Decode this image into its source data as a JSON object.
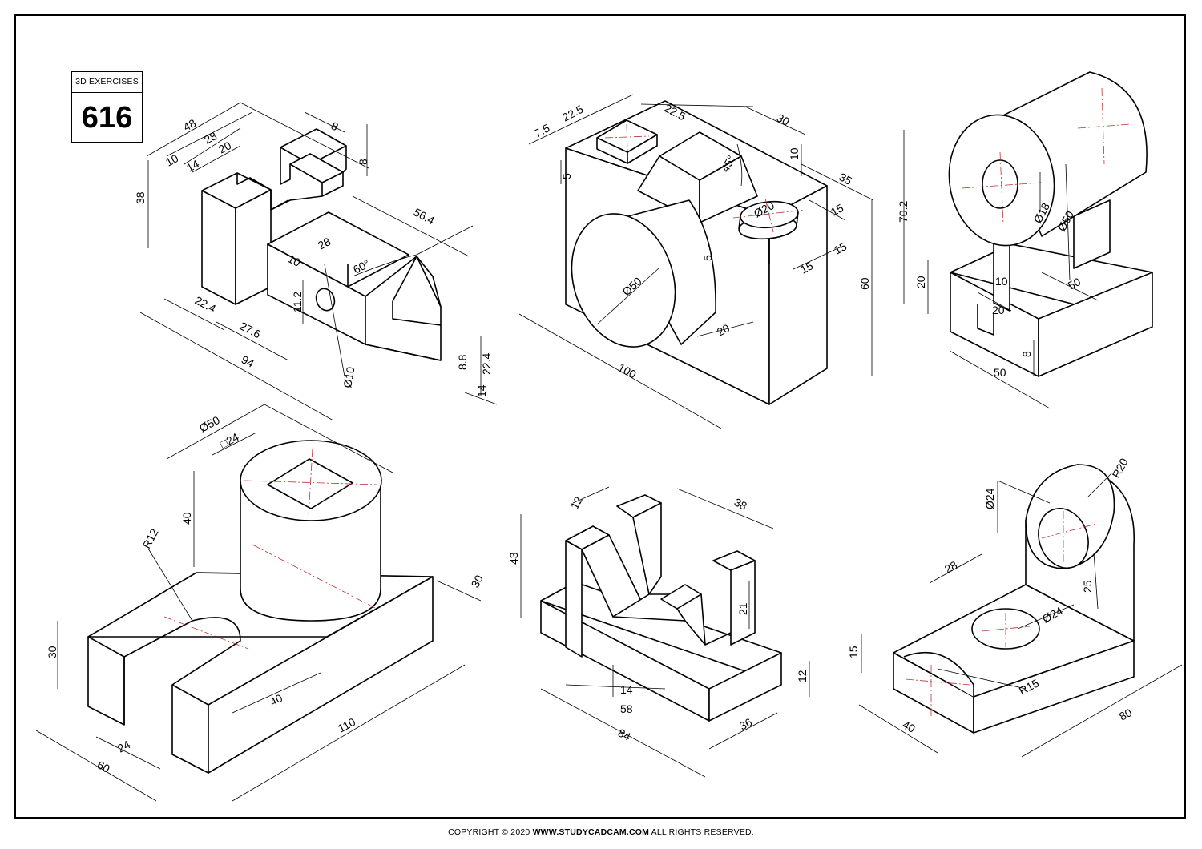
{
  "title_block": {
    "label": "3D EXERCISES",
    "number": "616"
  },
  "footer": {
    "prefix": "COPYRIGHT © 2020 ",
    "site": "WWW.STUDYCADCAM.COM",
    "suffix": " ALL RIGHTS RESERVED."
  },
  "dimensions": {
    "d1": [
      "48",
      "28",
      "20",
      "10",
      "14",
      "8",
      "8",
      "38",
      "56.4",
      "28",
      "10",
      "60°",
      "11.2",
      "22.4",
      "27.6",
      "94",
      "Ø10",
      "8.8",
      "22.4",
      "14"
    ],
    "d2": [
      "7.5",
      "22.5",
      "22.5",
      "30",
      "10",
      "45°",
      "5",
      "35",
      "Ø20",
      "15",
      "15",
      "5",
      "15",
      "60",
      "Ø50",
      "20",
      "100"
    ],
    "d3": [
      "70.2",
      "Ø18",
      "Ø50",
      "20",
      "10",
      "50",
      "20",
      "8",
      "50"
    ],
    "d4": [
      "Ø50",
      "□24",
      "40",
      "R12",
      "30",
      "30",
      "40",
      "110",
      "24",
      "60"
    ],
    "d5": [
      "12",
      "38",
      "43",
      "21",
      "12",
      "14",
      "58",
      "84",
      "36"
    ],
    "d6": [
      "R20",
      "Ø24",
      "28",
      "Ø24",
      "25",
      "15",
      "R15",
      "40",
      "80"
    ]
  }
}
